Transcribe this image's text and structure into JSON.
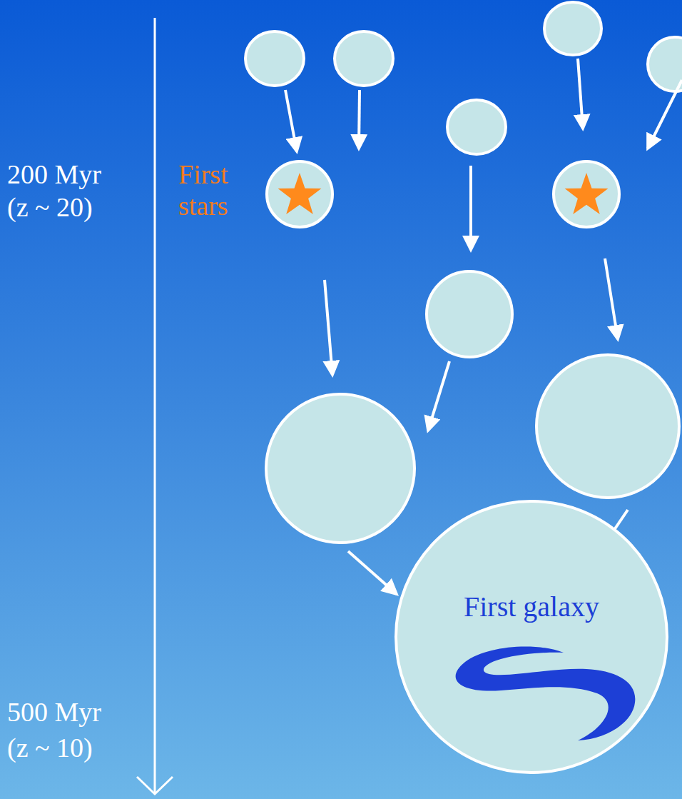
{
  "diagram": {
    "nodes": [
      {
        "text": [
          "First galaxy"
        ]
      }
    ],
    "labels": [
      "200 Myr",
      "(z ~ 20)",
      "First stars",
      "500 Myr",
      "(z ~ 10)"
    ]
  }
}
